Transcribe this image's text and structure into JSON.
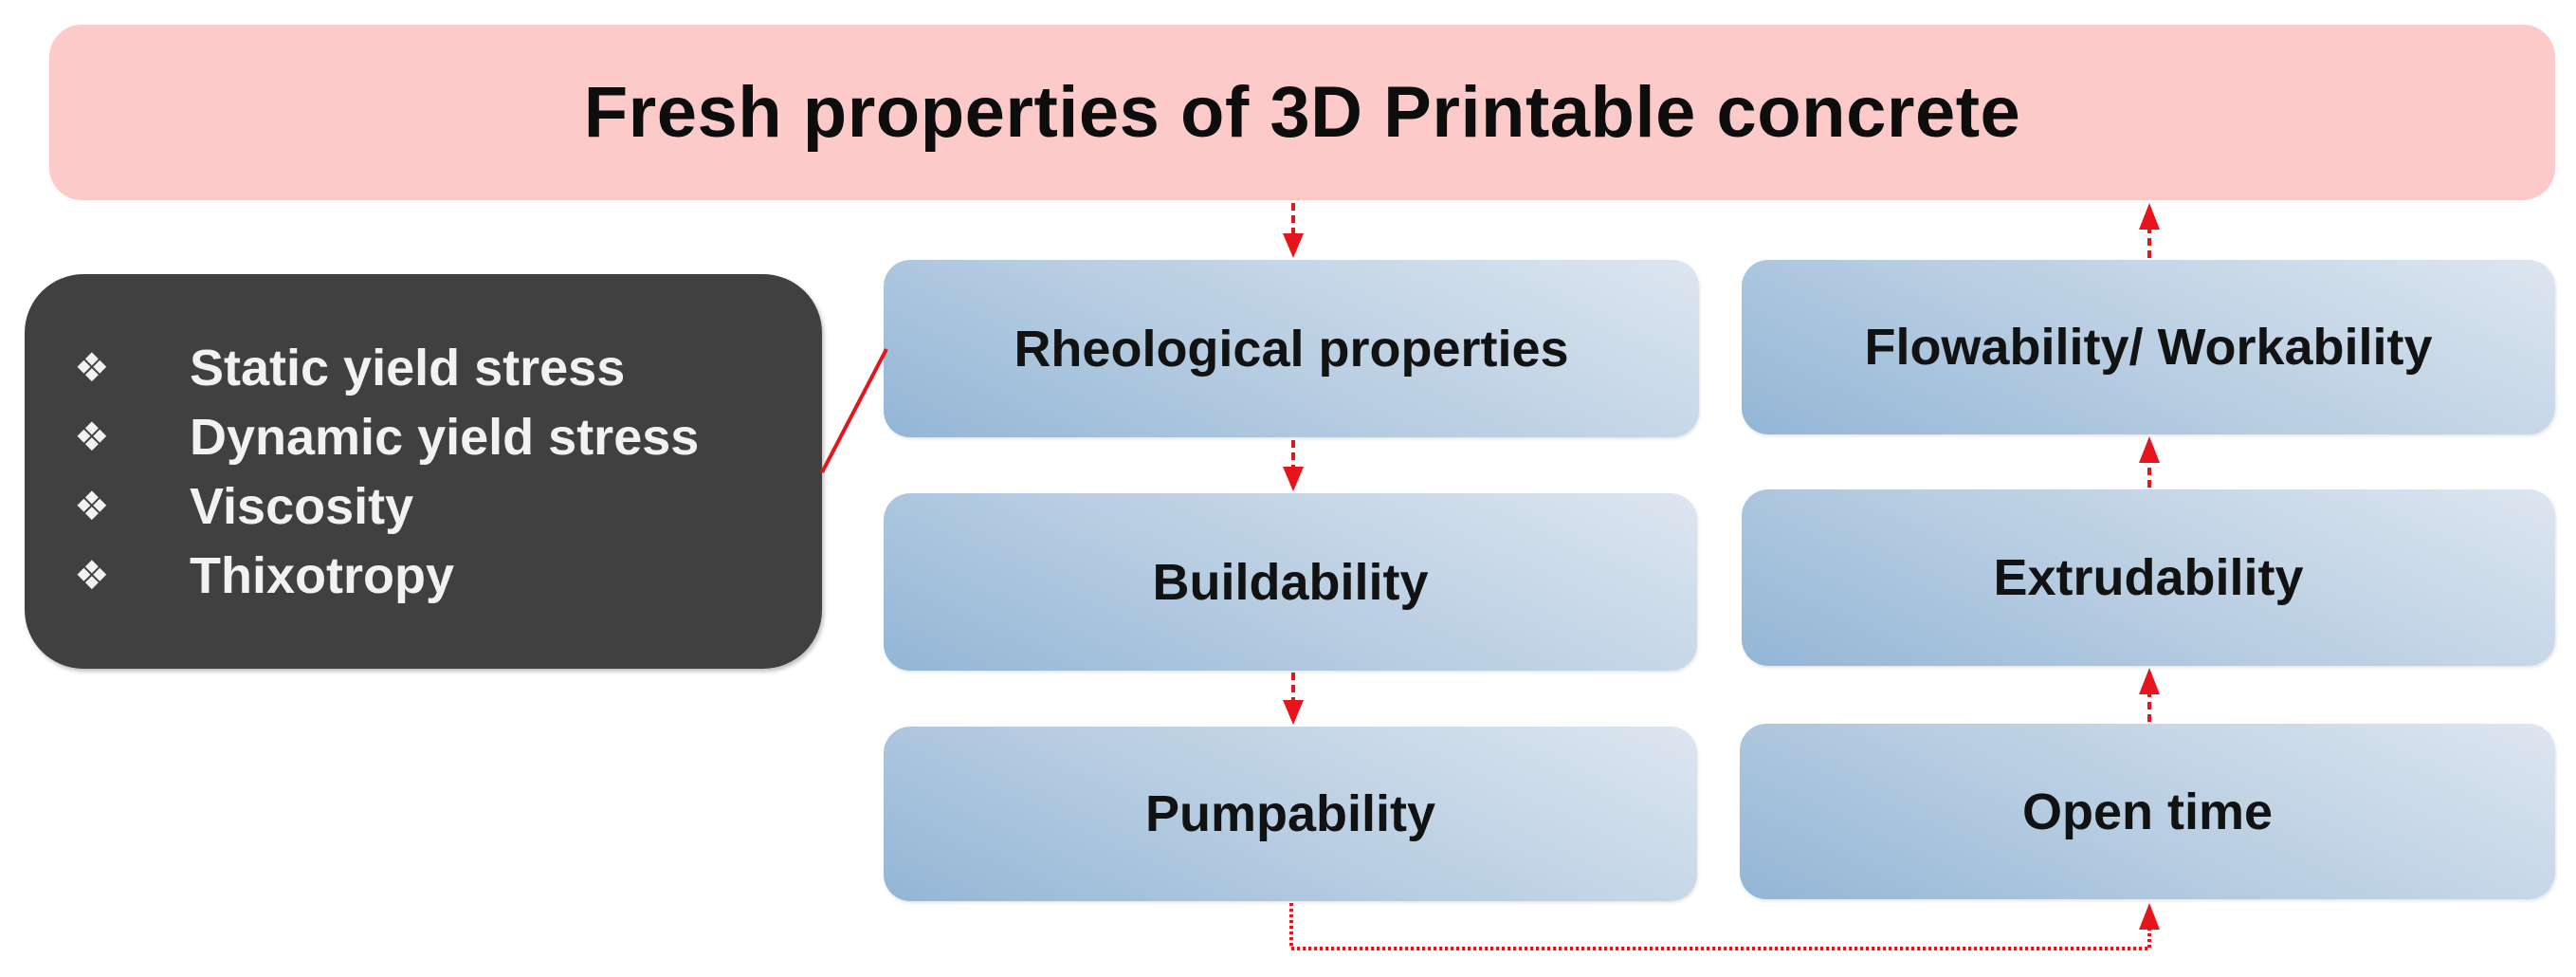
{
  "title": "Fresh properties of 3D Printable concrete",
  "colors": {
    "title_bg": "#fdcaca",
    "dark_box_bg": "#404040",
    "node_gradient_start": "#93b6d6",
    "node_gradient_end": "#dde6f0",
    "arrow": "#e8141c"
  },
  "rheology_details": {
    "bullet_icon": "❖",
    "items": [
      "Static yield stress",
      "Dynamic yield stress",
      "Viscosity",
      "Thixotropy"
    ]
  },
  "nodes": {
    "left_column": [
      "Rheological properties",
      "Buildability",
      "Pumpability"
    ],
    "right_column": [
      "Flowability/ Workability",
      "Extrudability",
      "Open time"
    ]
  },
  "flow": [
    {
      "from": "Fresh properties of 3D Printable concrete",
      "to": "Rheological properties",
      "style": "dashed-arrow"
    },
    {
      "from": "Rheological properties",
      "to": "Buildability",
      "style": "dashed-arrow"
    },
    {
      "from": "Buildability",
      "to": "Pumpability",
      "style": "dashed-arrow"
    },
    {
      "from": "Pumpability",
      "to": "Open time",
      "style": "dotted-elbow-arrow"
    },
    {
      "from": "Open time",
      "to": "Extrudability",
      "style": "dashed-arrow"
    },
    {
      "from": "Extrudability",
      "to": "Flowability/ Workability",
      "style": "dashed-arrow"
    },
    {
      "from": "Flowability/ Workability",
      "to": "Fresh properties of 3D Printable concrete",
      "style": "dashed-arrow"
    },
    {
      "from": "Rheological properties",
      "to": "rheology details box",
      "style": "solid-line"
    }
  ]
}
